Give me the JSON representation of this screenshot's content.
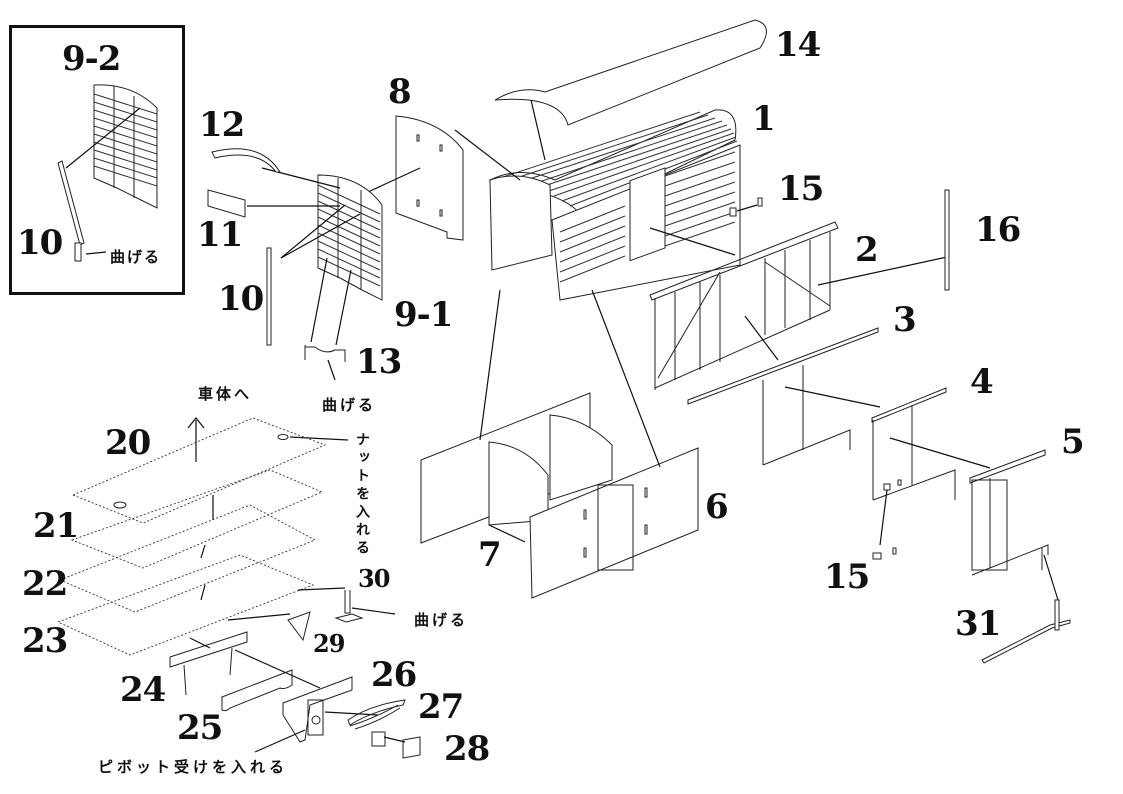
{
  "diagram": {
    "title": "Exploded assembly diagram of wagon kit",
    "inset": {
      "part_label": "9-2",
      "sub_label": "10",
      "note": "曲げる"
    },
    "part_labels": {
      "p1": "1",
      "p2": "2",
      "p3": "3",
      "p4": "4",
      "p5": "5",
      "p6": "6",
      "p7": "7",
      "p8": "8",
      "p9_1": "9-1",
      "p10": "10",
      "p11": "11",
      "p12": "12",
      "p13": "13",
      "p14": "14",
      "p15a": "15",
      "p15b": "15",
      "p16": "16",
      "p20": "20",
      "p21": "21",
      "p22": "22",
      "p23": "23",
      "p24": "24",
      "p25": "25",
      "p26": "26",
      "p27": "27",
      "p28": "28",
      "p29": "29",
      "p30": "30",
      "p31": "31"
    },
    "notes": {
      "bend_13": "曲げる",
      "to_body": "車体へ",
      "insert_nut": "ナットを入れる",
      "bend_30": "曲げる",
      "insert_pivot": "ピボット受けを入れる"
    },
    "icons": {
      "arrow": "up-arrow-icon"
    }
  }
}
